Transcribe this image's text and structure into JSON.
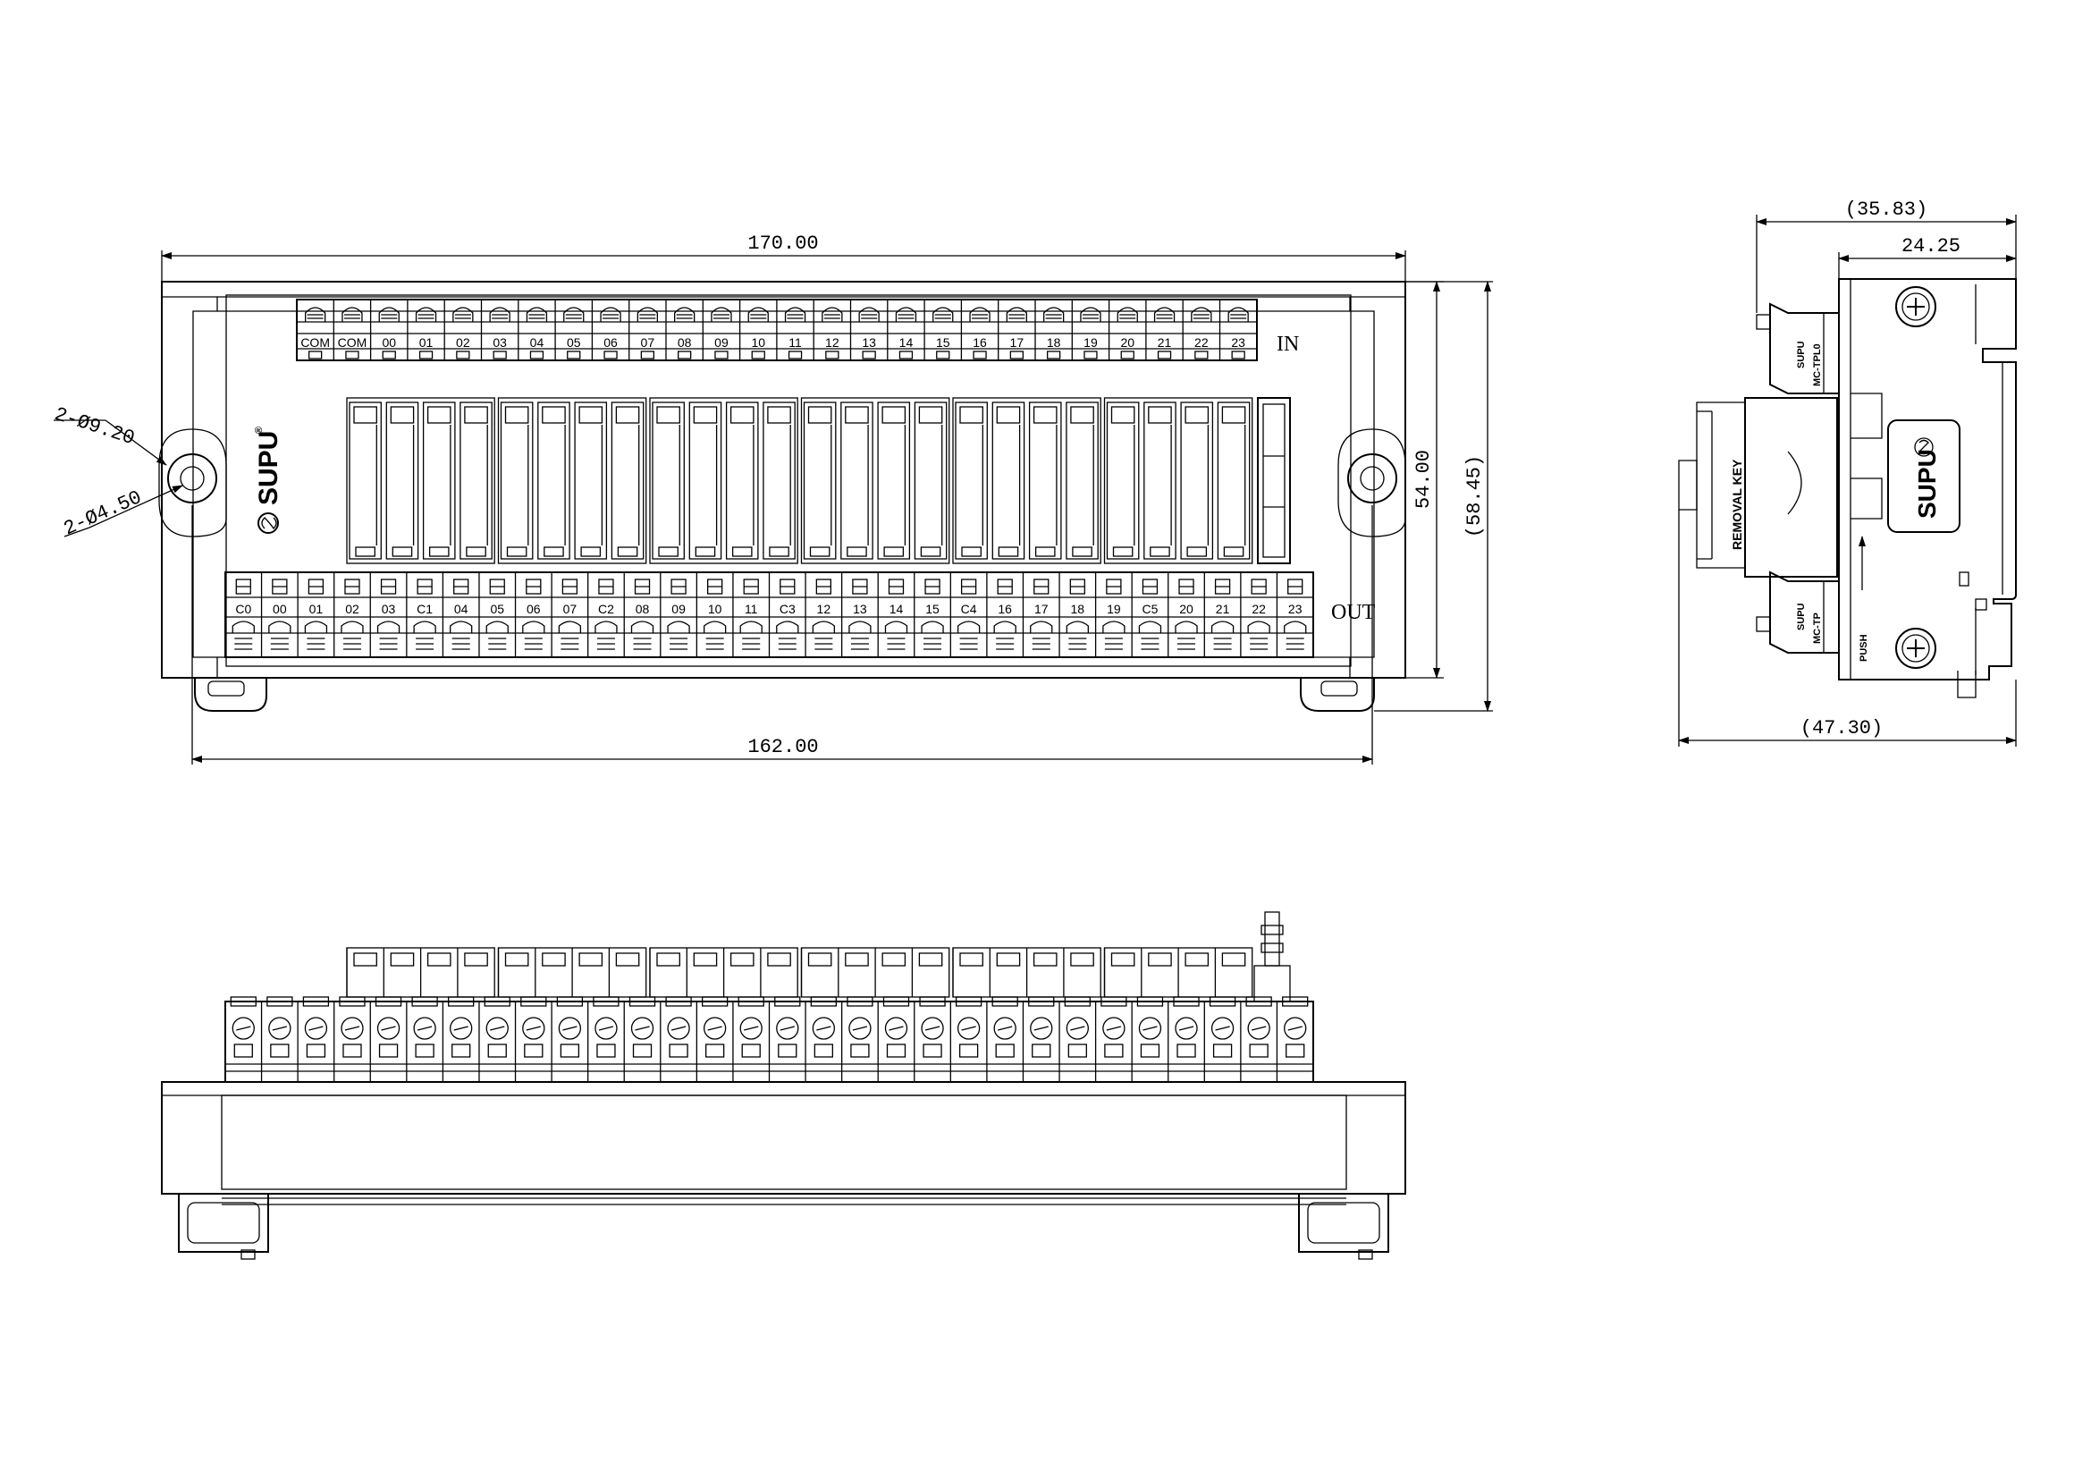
{
  "dimensions": {
    "overall_width": "170.00",
    "mount_pitch": "162.00",
    "body_height": "54.00",
    "overall_height": "(58.45)",
    "large_hole": "2-Ø9.20",
    "small_hole": "2-Ø4.50",
    "side_top_width": "(35.83)",
    "side_rail_width": "24.25",
    "side_total_width": "(47.30)"
  },
  "labels": {
    "in": "IN",
    "out": "OUT"
  },
  "brand": {
    "name": "SUPU",
    "registered": "®"
  },
  "side_view": {
    "removal_key": "REMOVAL KEY",
    "push": "PUSH",
    "top_module": "MC-TPL0",
    "bottom_module": "MC-TP"
  },
  "terminals": {
    "input": [
      "COM",
      "COM",
      "00",
      "01",
      "02",
      "03",
      "04",
      "05",
      "06",
      "07",
      "08",
      "09",
      "10",
      "11",
      "12",
      "13",
      "14",
      "15",
      "16",
      "17",
      "18",
      "19",
      "20",
      "21",
      "22",
      "23"
    ],
    "output": [
      "C0",
      "00",
      "01",
      "02",
      "03",
      "C1",
      "04",
      "05",
      "06",
      "07",
      "C2",
      "08",
      "09",
      "10",
      "11",
      "C3",
      "12",
      "13",
      "14",
      "15",
      "C4",
      "16",
      "17",
      "18",
      "19",
      "C5",
      "20",
      "21",
      "22",
      "23"
    ]
  },
  "relay_count": 24,
  "relay_group_size": 4
}
